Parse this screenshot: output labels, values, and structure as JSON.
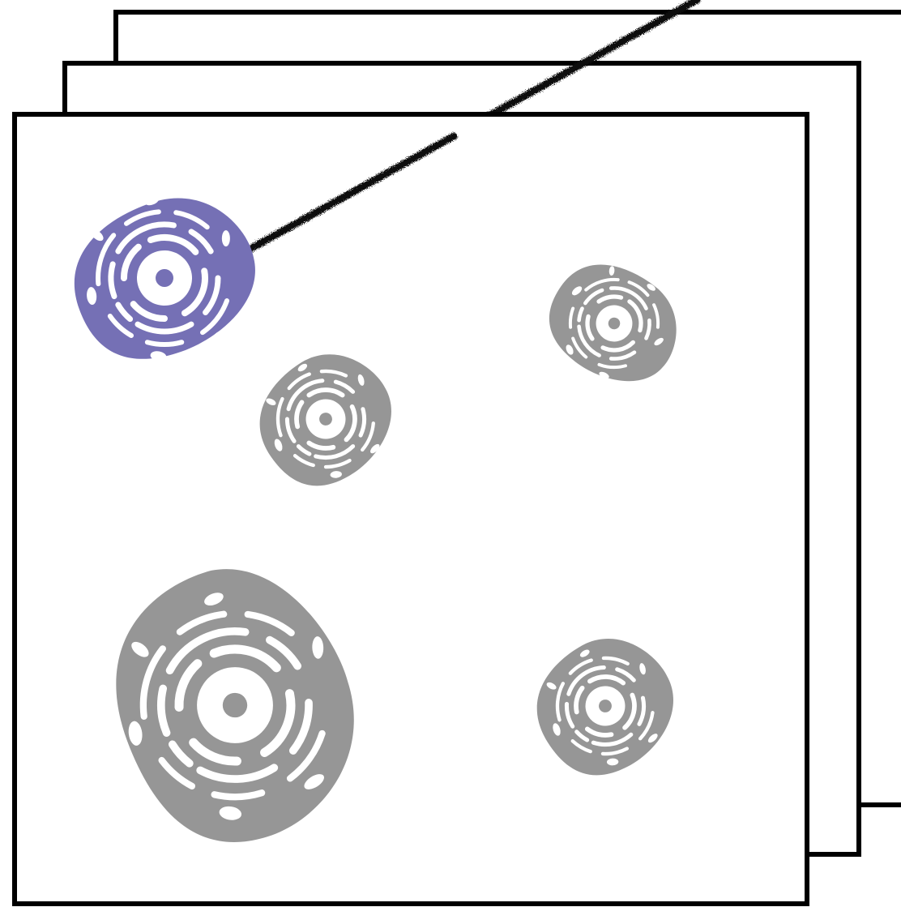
{
  "colors": {
    "background": "#ffffff",
    "frame_stroke": "#000000",
    "highlight_cell": "#7570b5",
    "cell": "#969696",
    "cell_detail": "#ffffff",
    "pointer_stroke": "#111111"
  },
  "figure": {
    "stack_count": 3,
    "cells": [
      {
        "id": "cell-1",
        "highlighted": true
      },
      {
        "id": "cell-2",
        "highlighted": false
      },
      {
        "id": "cell-3",
        "highlighted": false
      },
      {
        "id": "cell-4",
        "highlighted": false
      },
      {
        "id": "cell-5",
        "highlighted": false
      }
    ],
    "pointer": {
      "style": "rough-pencil-line",
      "points_to": "cell-1"
    }
  }
}
